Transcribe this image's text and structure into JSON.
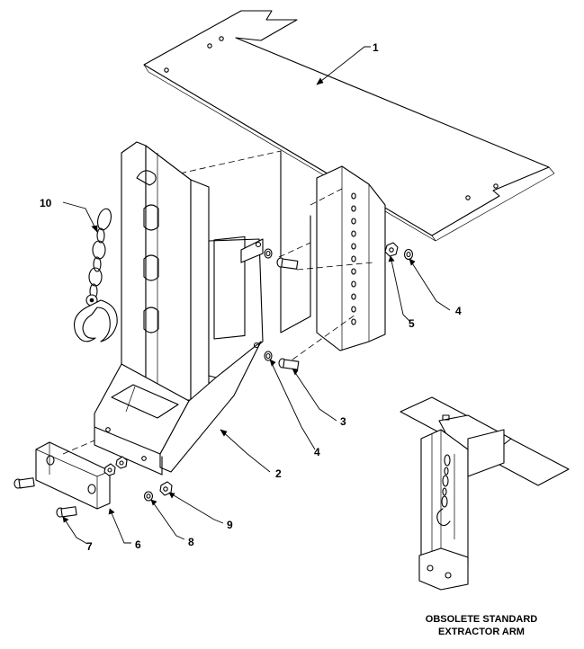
{
  "callouts": [
    {
      "id": "c1",
      "label": "1"
    },
    {
      "id": "c2",
      "label": "2"
    },
    {
      "id": "c3",
      "label": "3"
    },
    {
      "id": "c4a",
      "label": "4"
    },
    {
      "id": "c4b",
      "label": "4"
    },
    {
      "id": "c5",
      "label": "5"
    },
    {
      "id": "c6",
      "label": "6"
    },
    {
      "id": "c7",
      "label": "7"
    },
    {
      "id": "c8",
      "label": "8"
    },
    {
      "id": "c9",
      "label": "9"
    },
    {
      "id": "c10",
      "label": "10"
    }
  ],
  "note": {
    "line1": "OBSOLETE STANDARD",
    "line2": "EXTRACTOR ARM"
  }
}
